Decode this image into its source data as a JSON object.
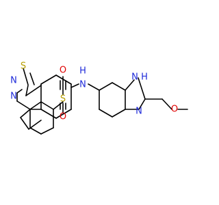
{
  "molecule": {
    "atoms": {
      "s_thiadiazole": "S",
      "n_thiadiazole_top": "N",
      "n_thiadiazole_bottom": "N",
      "s_sulfonyl": "S",
      "o_sulfonyl_top": "O",
      "o_sulfonyl_bottom": "O",
      "nh_amide": "N",
      "h_amide": "H",
      "n_imidazole_top": "N",
      "h_imidazole": "H",
      "n_imidazole_bottom": "N",
      "o_methoxy": "O"
    },
    "colors": {
      "sulfur": "#B8A000",
      "nitrogen": "#1E2AD9",
      "oxygen": "#E00000",
      "bond": "#000000"
    }
  }
}
